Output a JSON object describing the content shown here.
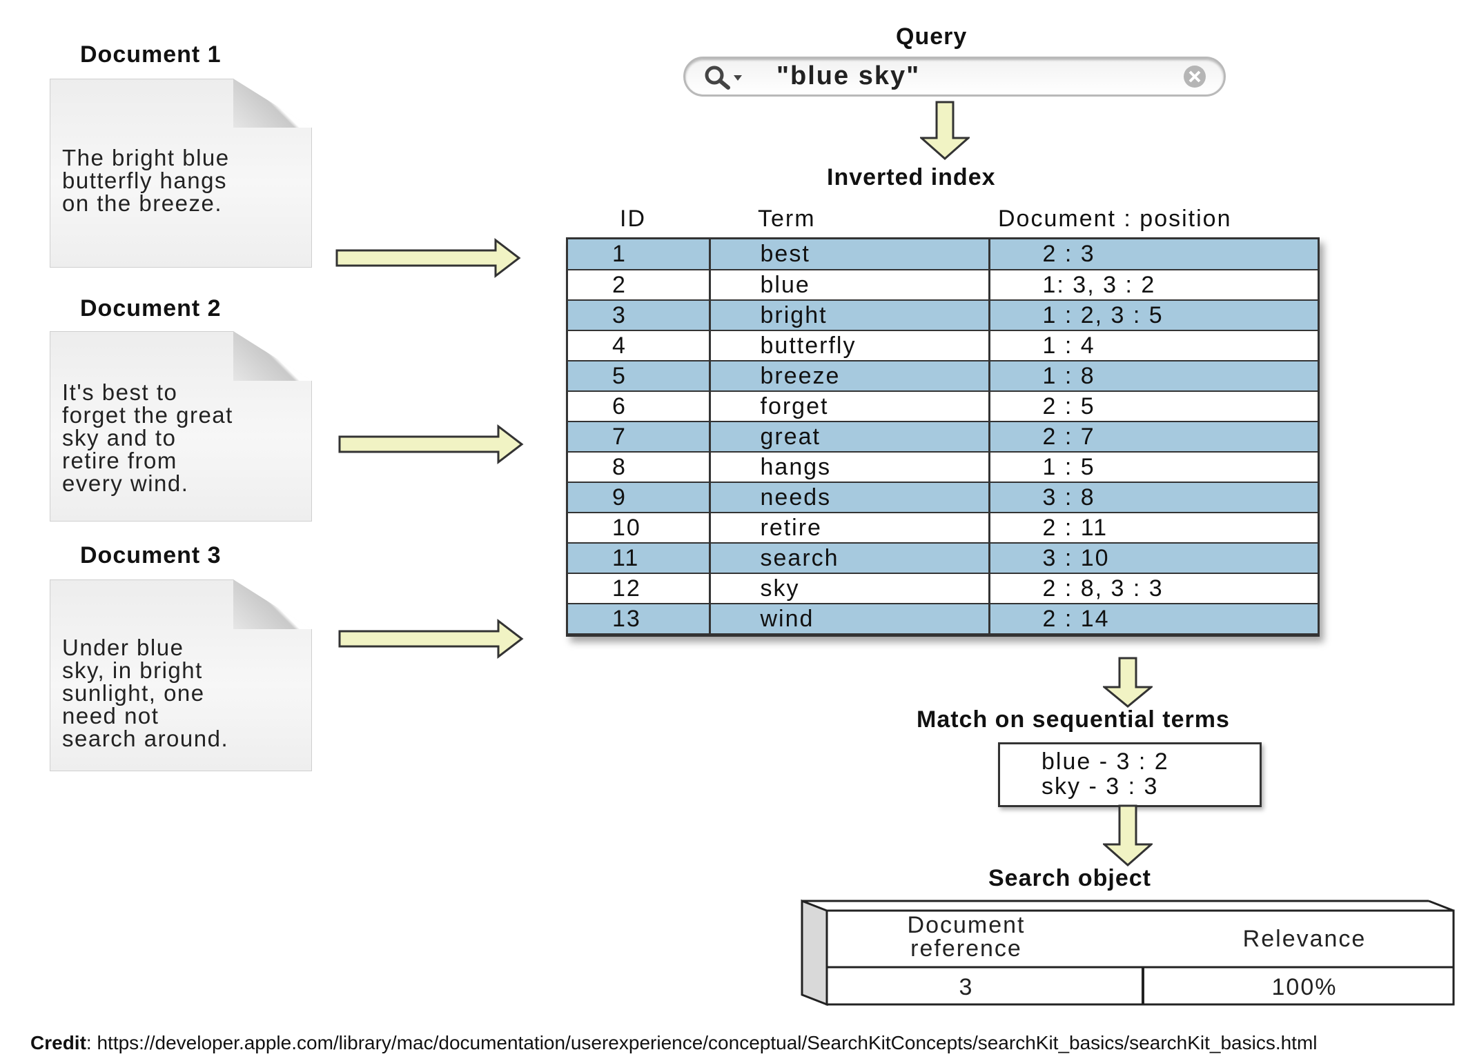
{
  "documents": [
    {
      "title": "Document 1",
      "text": "The bright blue\nbutterfly hangs\non the breeze."
    },
    {
      "title": "Document 2",
      "text": "It's best to\nforget the great\nsky and to\nretire from\nevery wind."
    },
    {
      "title": "Document 3",
      "text": "Under blue\nsky, in bright\nsunlight, one\nneed not\nsearch around."
    }
  ],
  "query": {
    "heading": "Query",
    "text": "\"blue sky\"",
    "search_icon": "search-icon",
    "clear_icon": "clear-icon"
  },
  "inverted_index": {
    "heading": "Inverted index",
    "columns": [
      "ID",
      "Term",
      "Document : position"
    ],
    "rows": [
      {
        "id": "1",
        "term": "best",
        "doc": "2 : 3"
      },
      {
        "id": "2",
        "term": "blue",
        "doc": "1: 3, 3 : 2"
      },
      {
        "id": "3",
        "term": "bright",
        "doc": "1 : 2, 3 : 5"
      },
      {
        "id": "4",
        "term": "butterfly",
        "doc": "1 : 4"
      },
      {
        "id": "5",
        "term": "breeze",
        "doc": "1 : 8"
      },
      {
        "id": "6",
        "term": "forget",
        "doc": "2 : 5"
      },
      {
        "id": "7",
        "term": "great",
        "doc": "2 : 7"
      },
      {
        "id": "8",
        "term": "hangs",
        "doc": "1 : 5"
      },
      {
        "id": "9",
        "term": "needs",
        "doc": "3 : 8"
      },
      {
        "id": "10",
        "term": "retire",
        "doc": "2 : 11"
      },
      {
        "id": "11",
        "term": "search",
        "doc": "3 : 10"
      },
      {
        "id": "12",
        "term": "sky",
        "doc": "2 : 8, 3 : 3"
      },
      {
        "id": "13",
        "term": "wind",
        "doc": "2 : 14"
      }
    ]
  },
  "match": {
    "heading": "Match on sequential terms",
    "lines": [
      "blue - 3 : 2",
      "sky -  3 : 3"
    ]
  },
  "search_object": {
    "heading": "Search object",
    "columns": [
      "Document\nreference",
      "Relevance"
    ],
    "values": [
      "3",
      "100%"
    ]
  },
  "credit": {
    "label": "Credit",
    "url": ": https://developer.apple.com/library/mac/documentation/userexperience/conceptual/SearchKitConcepts/searchKit_basics/searchKit_basics.html"
  },
  "colors": {
    "row_highlight": "#a6c9de",
    "arrow_fill": "#f1f3c4",
    "arrow_stroke": "#333333"
  }
}
